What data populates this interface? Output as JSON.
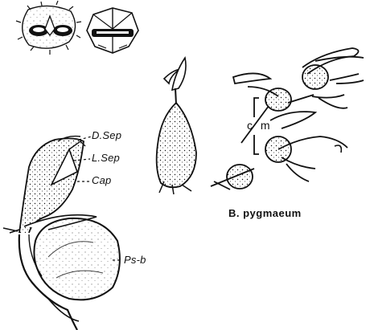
{
  "figure": {
    "labels": {
      "dorsal_sepal": "D.Sep",
      "lateral_sepal": "L.Sep",
      "capsule": "Cap",
      "pseudobulb": "Ps-b"
    },
    "scale_label": "c m",
    "species_name": "B. pygmaeum",
    "ink_color": "#111111",
    "paper_color": "#ffffff"
  }
}
